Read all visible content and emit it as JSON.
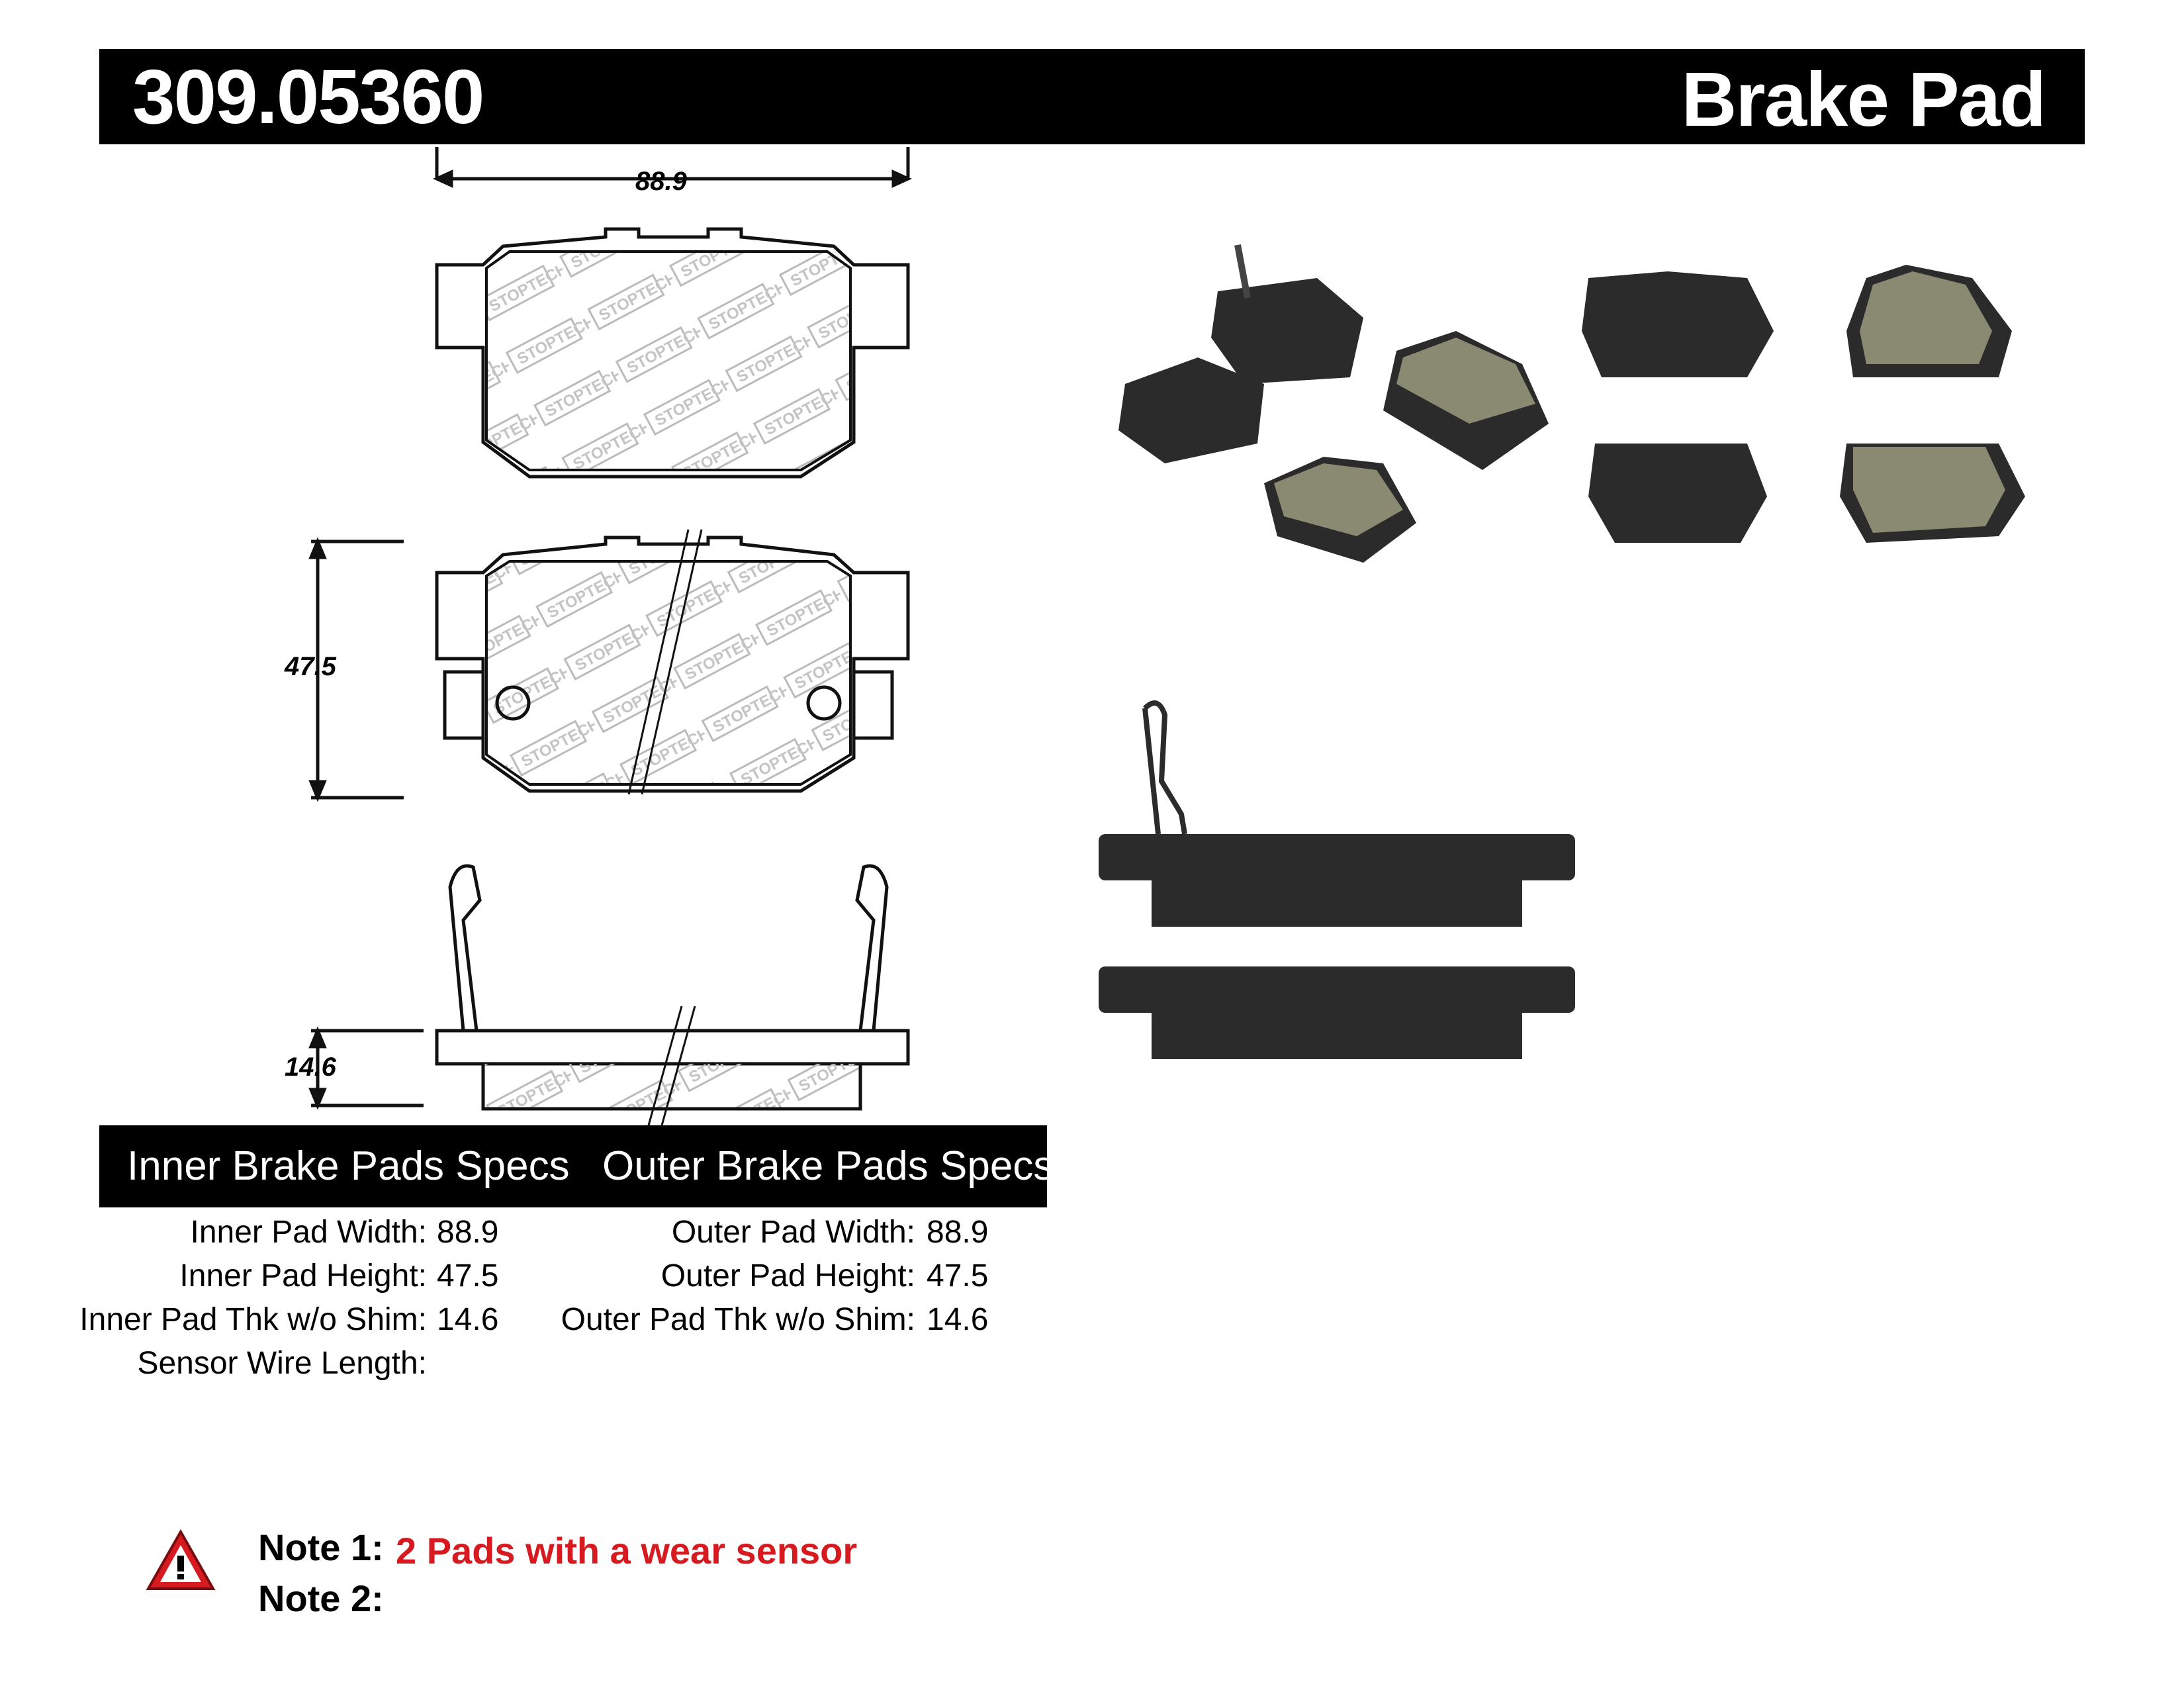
{
  "header": {
    "part_number": "309.05360",
    "product_type": "Brake Pad"
  },
  "drawing": {
    "width_dim": "88.9",
    "height_dim": "47.5",
    "thickness_dim": "14.6",
    "brand_watermark": "STOPTECH"
  },
  "specs": {
    "inner_heading": "Inner Brake Pads Specs",
    "outer_heading": "Outer Brake Pads Specs",
    "inner": [
      {
        "label": "Inner Pad Width:",
        "value": "88.9"
      },
      {
        "label": "Inner Pad Height:",
        "value": "47.5"
      },
      {
        "label": "Inner Pad Thk w/o Shim:",
        "value": "14.6"
      },
      {
        "label": "Sensor Wire Length:",
        "value": ""
      }
    ],
    "outer": [
      {
        "label": "Outer Pad Width:",
        "value": "88.9"
      },
      {
        "label": "Outer Pad Height:",
        "value": "47.5"
      },
      {
        "label": "Outer Pad Thk w/o Shim:",
        "value": "14.6"
      }
    ]
  },
  "notes": {
    "note1_label": "Note 1:",
    "note1_text": "2 Pads with a wear sensor",
    "note2_label": "Note 2:",
    "note2_text": ""
  },
  "colors": {
    "header_bg": "#000000",
    "header_text": "#ffffff",
    "note_accent": "#d71920",
    "friction_material": "#8a8a72",
    "backing_plate": "#2b2b2b"
  },
  "icons": [
    "warning-triangle-icon"
  ]
}
